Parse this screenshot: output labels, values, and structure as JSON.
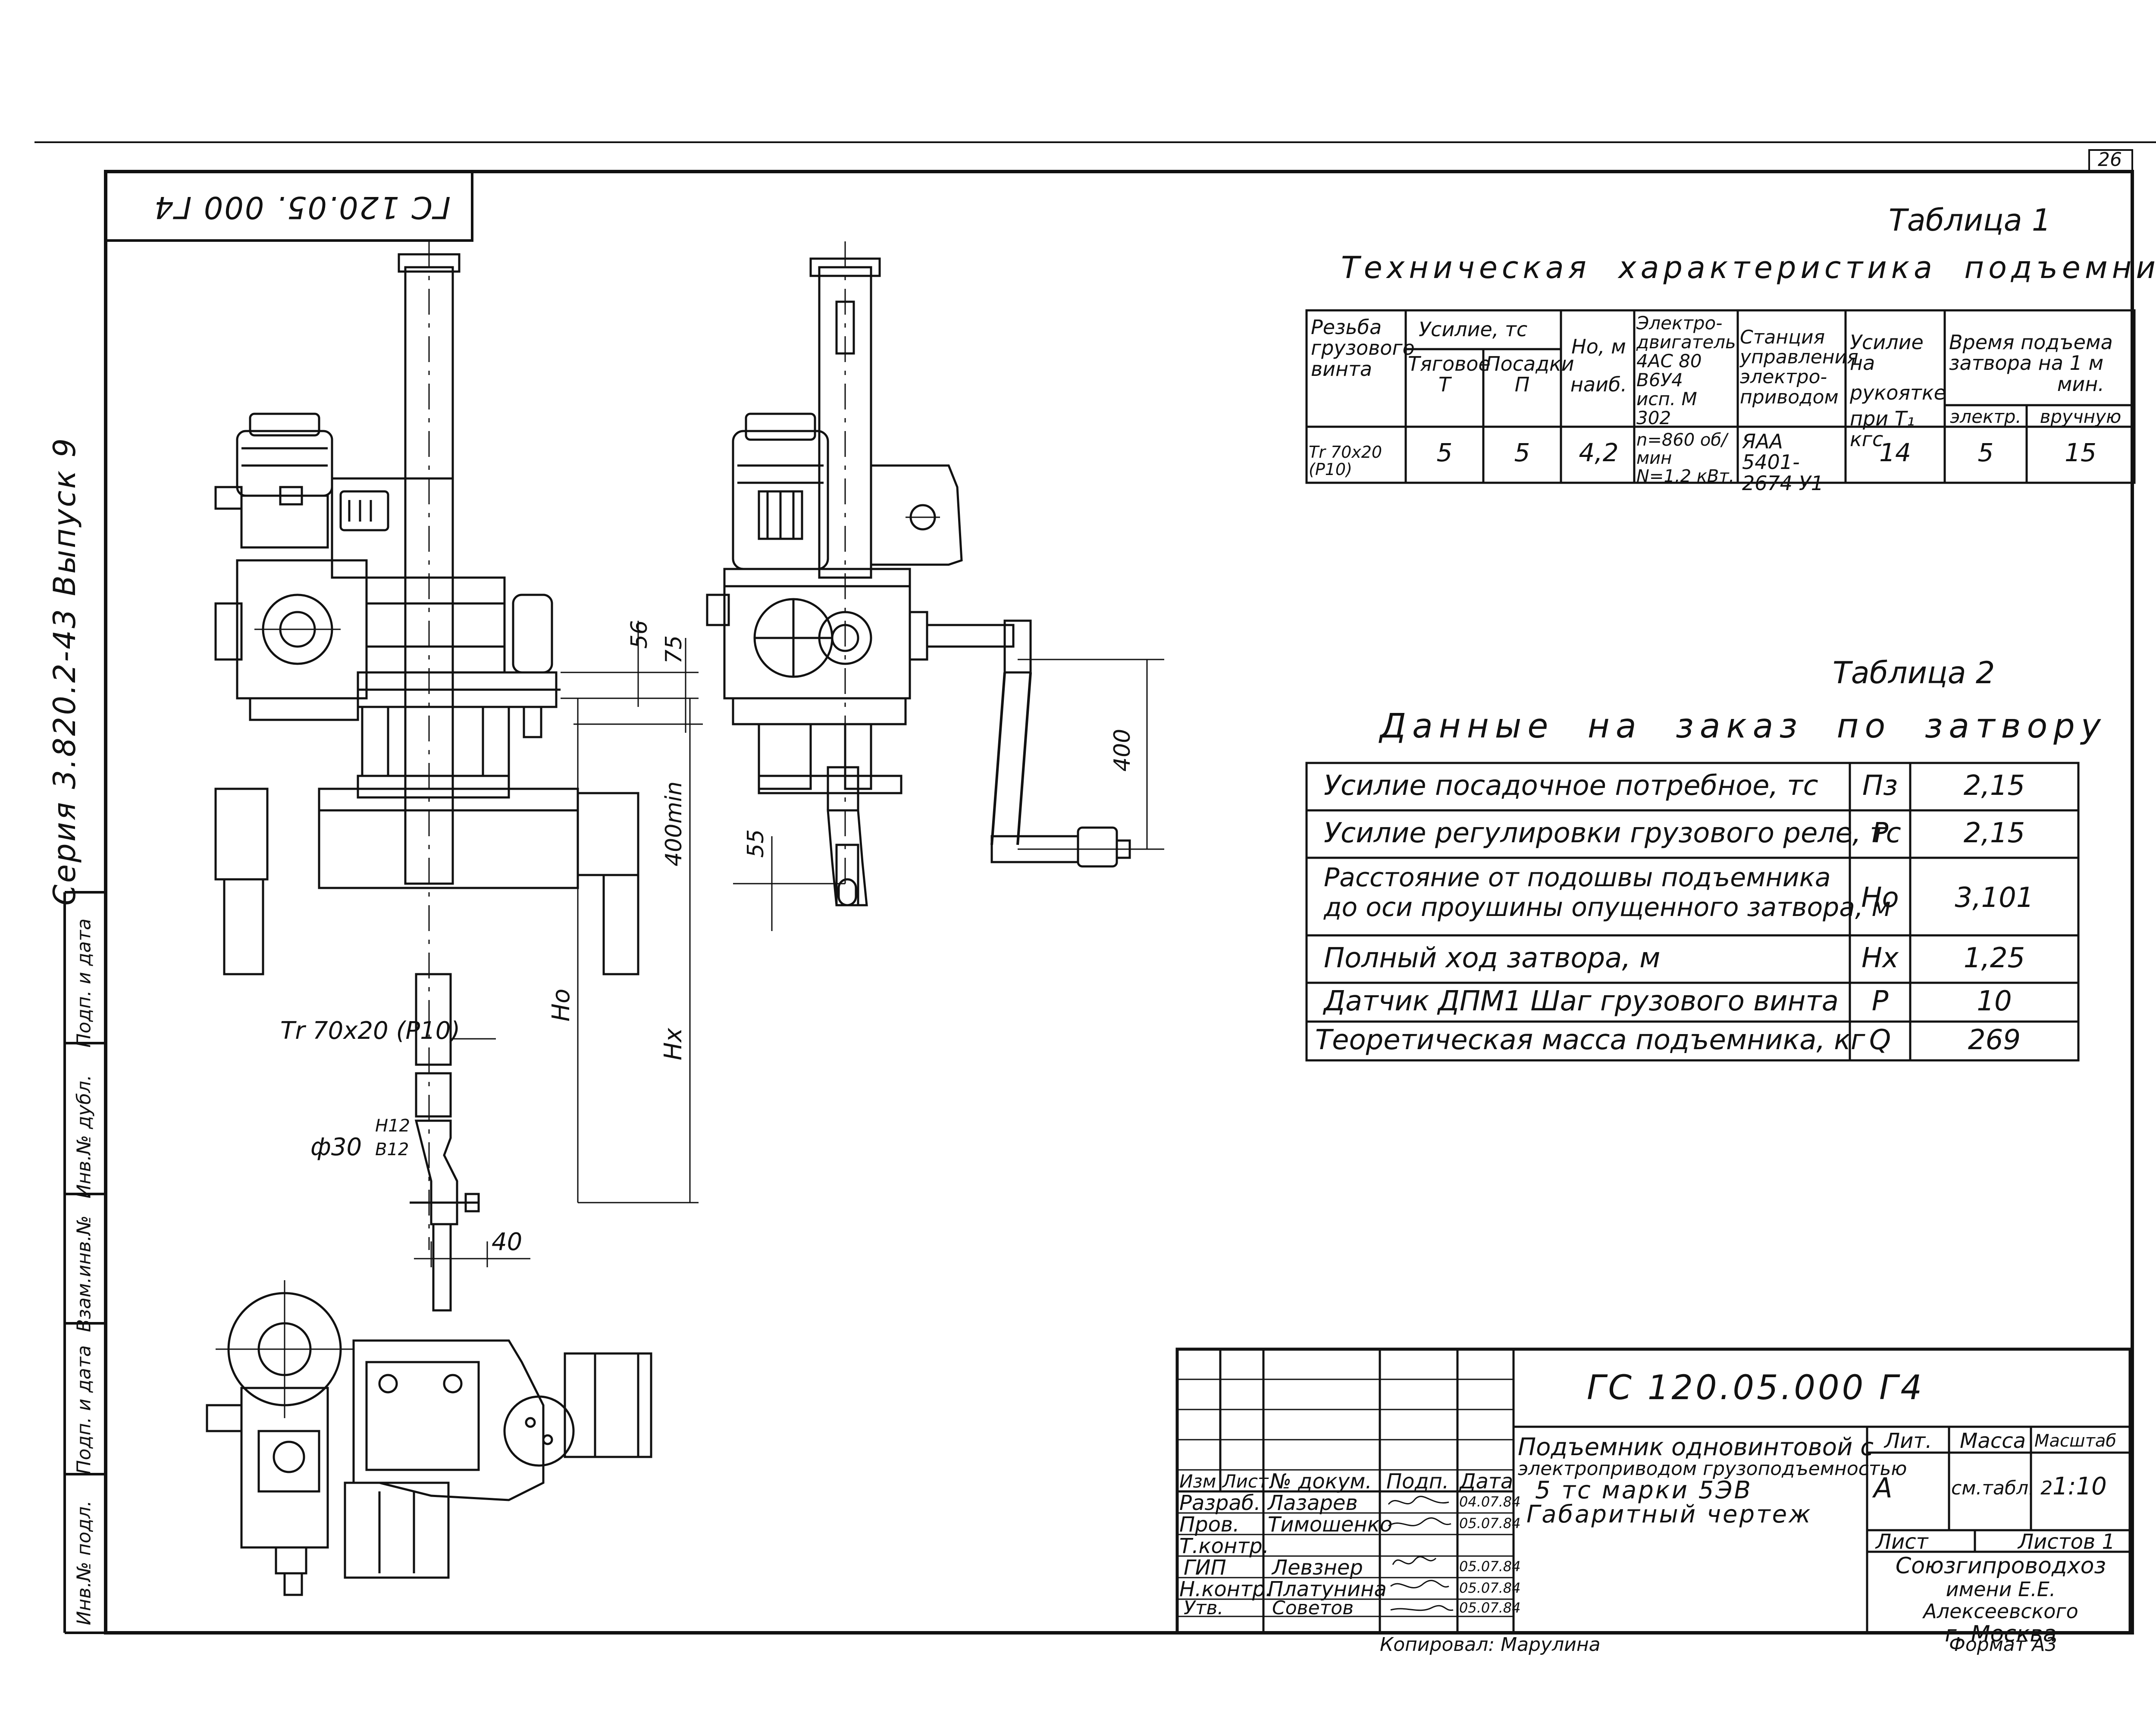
{
  "page_number": "26",
  "doc_code_rotated": "ГС 120.05. 000 Г4",
  "series_text": "Серия 3.820.2-43  Выпуск 9",
  "side_stamp": {
    "cells": [
      "Инв.№ подл.",
      "Подп. и дата",
      "Взам.инв.№",
      "Инв.№ дубл.",
      "Подп. и дата"
    ]
  },
  "table1": {
    "caption": "Таблица 1",
    "title": "Техническая  характеристика  подъемника",
    "h_thread": [
      "Резьба",
      "грузового",
      "винта"
    ],
    "h_force": "Усилие, тс",
    "h_pull": [
      "Тяговое",
      "Т"
    ],
    "h_seat": [
      "Посадки",
      "П"
    ],
    "h_ho": [
      "Но, м",
      "наиб."
    ],
    "h_motor": [
      "Электро-",
      "двигатель",
      "4АС 80 В6У4",
      "исп. М 302"
    ],
    "h_station": [
      "Станция",
      "управления",
      "электро-",
      "приводом"
    ],
    "h_handle": [
      "Усилие на",
      "рукоятке",
      "при Т₁ кгс"
    ],
    "h_time": [
      "Время подъема",
      "затвора на 1 м",
      "мин."
    ],
    "h_time_el": "электр.",
    "h_time_man": "вручную",
    "row": {
      "thread": "Тr 70x20 (P10)",
      "pull": "5",
      "seat": "5",
      "ho": "4,2",
      "motor": [
        "n=860 об/мин",
        "N=1,2 кВт."
      ],
      "station": [
        "ЯАА 5401-",
        "2674 У1"
      ],
      "handle": "14",
      "time_el": "5",
      "time_man": "15"
    }
  },
  "table2": {
    "caption": "Таблица 2",
    "title": "Данные  на  заказ  по  затвору",
    "rows": [
      {
        "text": "Усилие посадочное потребное, тс",
        "sym": "Пз",
        "val": "2,15"
      },
      {
        "text": "Усилие регулировки грузового реле, тс",
        "sym": "P",
        "val": "2,15"
      },
      {
        "text": "Расстояние от подошвы подъемника",
        "text2": "до оси проушины опущенного затвора, м",
        "sym": "Но",
        "val": "3,101"
      },
      {
        "text": "Полный ход затвора, м",
        "sym": "Нх",
        "val": "1,25"
      },
      {
        "text": "Датчик ДПМ1 Шаг грузового винта",
        "sym": "P",
        "val": "10"
      },
      {
        "text": "Теоретическая масса подъемника, кг",
        "sym": "Q",
        "val": "269"
      }
    ]
  },
  "dims": {
    "d56": "56",
    "d75": "75",
    "d400min": "400min",
    "d400": "400",
    "d55": "55",
    "ho": "Но",
    "hx": "Нх",
    "thread": "Тr 70x20 (P10)",
    "phi": "ф30",
    "fit_top": "H12",
    "fit_bot": "B12",
    "d40": "40"
  },
  "title_block": {
    "doc_code": "ГС 120.05.000 Г4",
    "headers": {
      "izm": "Изм",
      "list": "Лист",
      "ndoc": "№ докум.",
      "podp": "Подп.",
      "data": "Дата"
    },
    "rows": [
      {
        "role": "Разраб.",
        "name": "Лазарев",
        "date": "04.07.84"
      },
      {
        "role": "Пров.",
        "name": "Тимошенко",
        "date": "05.07.84"
      },
      {
        "role": "Т.контр.",
        "name": "",
        "date": ""
      },
      {
        "role": "ГИП",
        "name": "Левзнер",
        "date": "05.07.84"
      },
      {
        "role": "Н.контр.",
        "name": "Платунина",
        "date": "05.07.84"
      },
      {
        "role": "Утв.",
        "name": "Советов",
        "date": "05.07.84"
      }
    ],
    "name_lines": [
      "Подъемник одновинтовой с",
      "электроприводом грузоподъемностью",
      "5 тс  марки  5ЭВ",
      "Габаритный  чертеж"
    ],
    "lit_label": "Лит.",
    "mass_label": "Масса",
    "scale_label": "Масштаб",
    "lit_value": "А",
    "mass_value": "см.табл. 2",
    "scale_value": "1:10",
    "sheet_label": "Лист",
    "sheets_label": "Листов 1",
    "org": [
      "Союзгипроводхоз",
      "имени Е.Е. Алексеевского",
      "г. Москва"
    ]
  },
  "copied_by": "Копировал: Марулина",
  "format": "Формат А3"
}
